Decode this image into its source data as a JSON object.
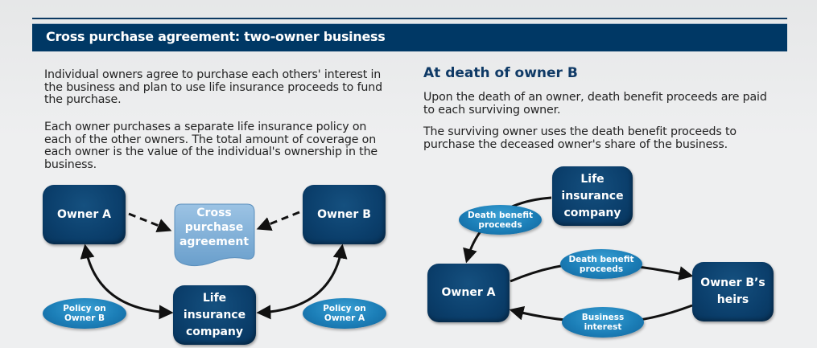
{
  "header": {
    "title": "Cross purchase agreement: two-owner business"
  },
  "left": {
    "paragraphs": [
      "Individual owners agree to purchase each others' interest in the business and plan to use life insurance proceeds to fund the purchase.",
      "Each owner purchases a separate life insurance policy on each of the other owners. The total amount of coverage on each owner is the value of the individual's ownership in the business."
    ],
    "diagram": {
      "nodes": {
        "owner_a": "Owner A",
        "owner_b": "Owner B",
        "agreement": [
          "Cross",
          "purchase",
          "agreement"
        ],
        "life_company": [
          "Life",
          "insurance",
          "company"
        ]
      },
      "pills": {
        "policy_on_b": [
          "Policy on",
          "Owner B"
        ],
        "policy_on_a": [
          "Policy on",
          "Owner A"
        ]
      }
    }
  },
  "right": {
    "heading": "At death of owner B",
    "paragraphs": [
      "Upon the death of an owner, death benefit proceeds are paid to each surviving owner.",
      "The surviving owner uses the death benefit proceeds to purchase the deceased owner's share of the business."
    ],
    "diagram": {
      "nodes": {
        "life_company": [
          "Life",
          "insurance",
          "company"
        ],
        "owner_a": "Owner A",
        "owner_b_heirs": [
          "Owner B’s",
          "heirs"
        ]
      },
      "pills": {
        "death_benefit_1": [
          "Death benefit",
          "proceeds"
        ],
        "death_benefit_2": [
          "Death benefit",
          "proceeds"
        ],
        "business_interest": [
          "Business",
          "interest"
        ]
      }
    }
  },
  "colors": {
    "navy": "#003865",
    "node": "#0b3f6c",
    "pill": "#1c7fb8",
    "agreement": "#7fb0d8"
  }
}
